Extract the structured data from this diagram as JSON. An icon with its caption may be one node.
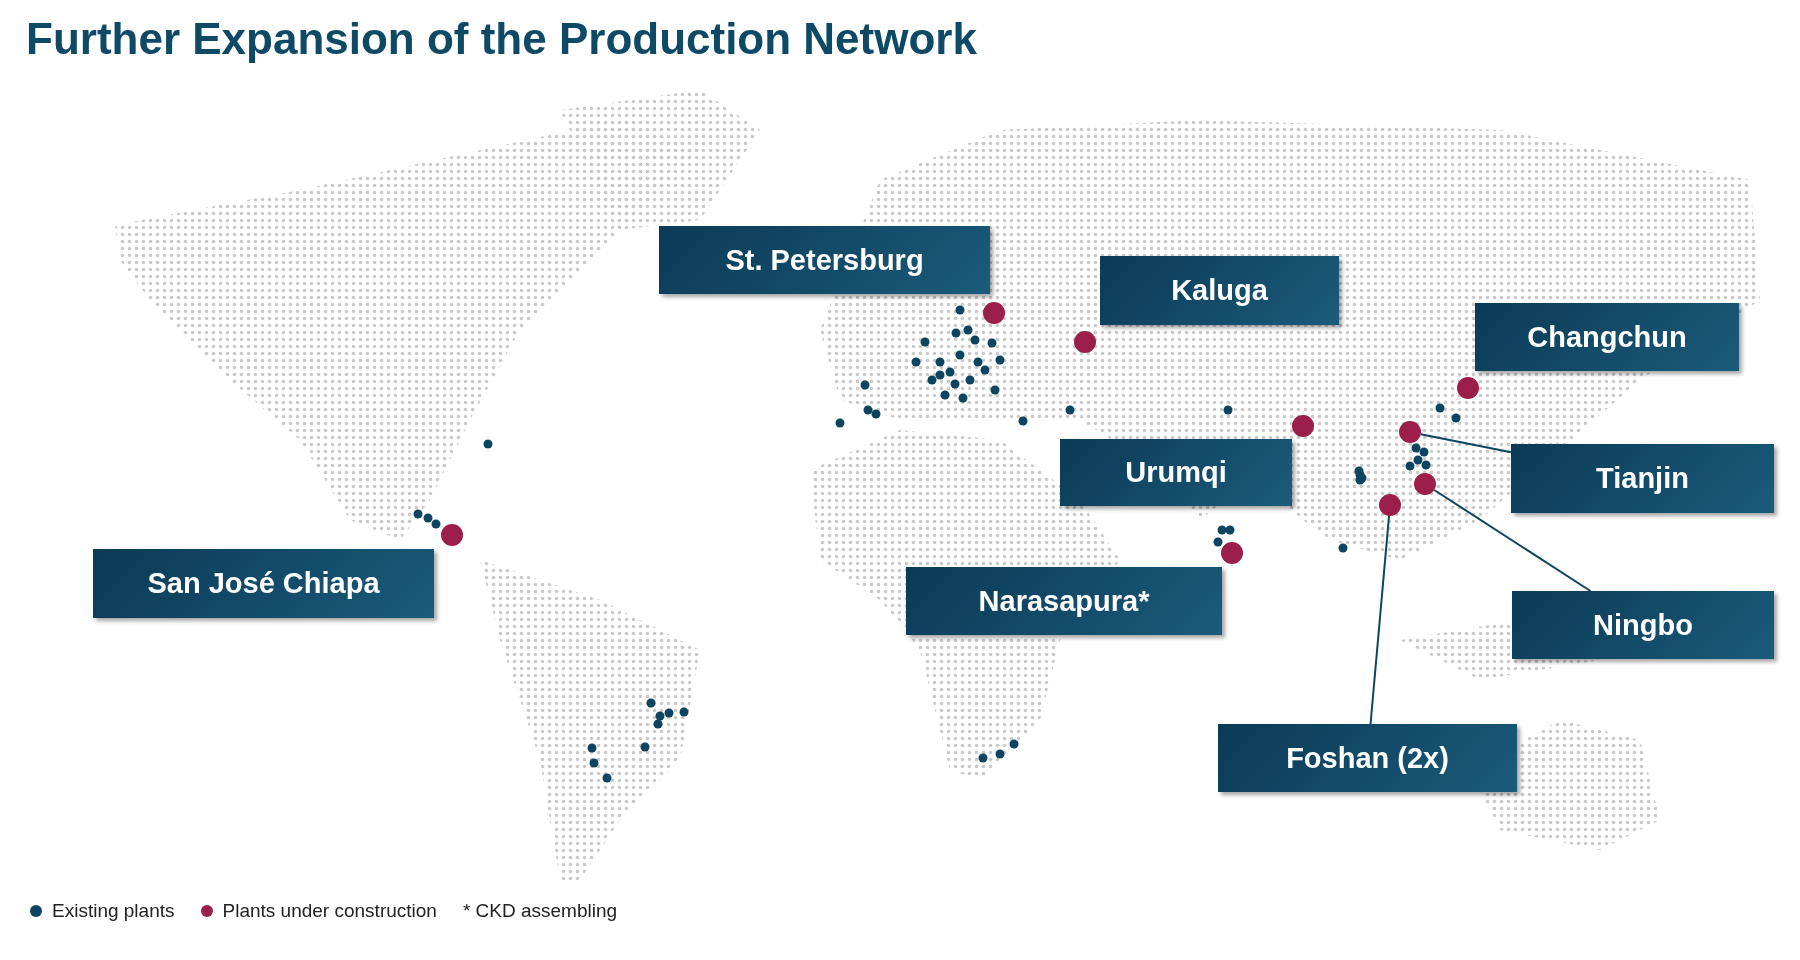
{
  "diagram": {
    "title": "Further Expansion of the Production Network",
    "nodes": [
      {
        "text": [
          "St. Petersburg"
        ]
      },
      {
        "text": [
          "Kaluga"
        ]
      },
      {
        "text": [
          "Changchun"
        ]
      },
      {
        "text": [
          "Urumqi"
        ]
      },
      {
        "text": [
          "Tianjin"
        ]
      },
      {
        "text": [
          "San José Chiapa"
        ]
      },
      {
        "text": [
          "Narasapura*"
        ]
      },
      {
        "text": [
          "Ningbo"
        ]
      },
      {
        "text": [
          "Foshan (2x)"
        ]
      },
      {
        "text": [],
        "shape": "circle"
      },
      {
        "text": [],
        "shape": "circle"
      },
      {
        "text": [],
        "shape": "circle"
      }
    ],
    "edges": [
      {
        "from": 4,
        "to": 10,
        "arrow": "none"
      },
      {
        "from": 7,
        "to": 11,
        "arrow": "none"
      },
      {
        "from": 8,
        "to": 9,
        "arrow": "none"
      }
    ],
    "labels": [
      "* CKD assembling"
    ],
    "legend": [
      {
        "text": "Existing plants",
        "color": "#0d4560"
      },
      {
        "text": "Plants under construction",
        "color": "#9b1f4a"
      }
    ]
  }
}
